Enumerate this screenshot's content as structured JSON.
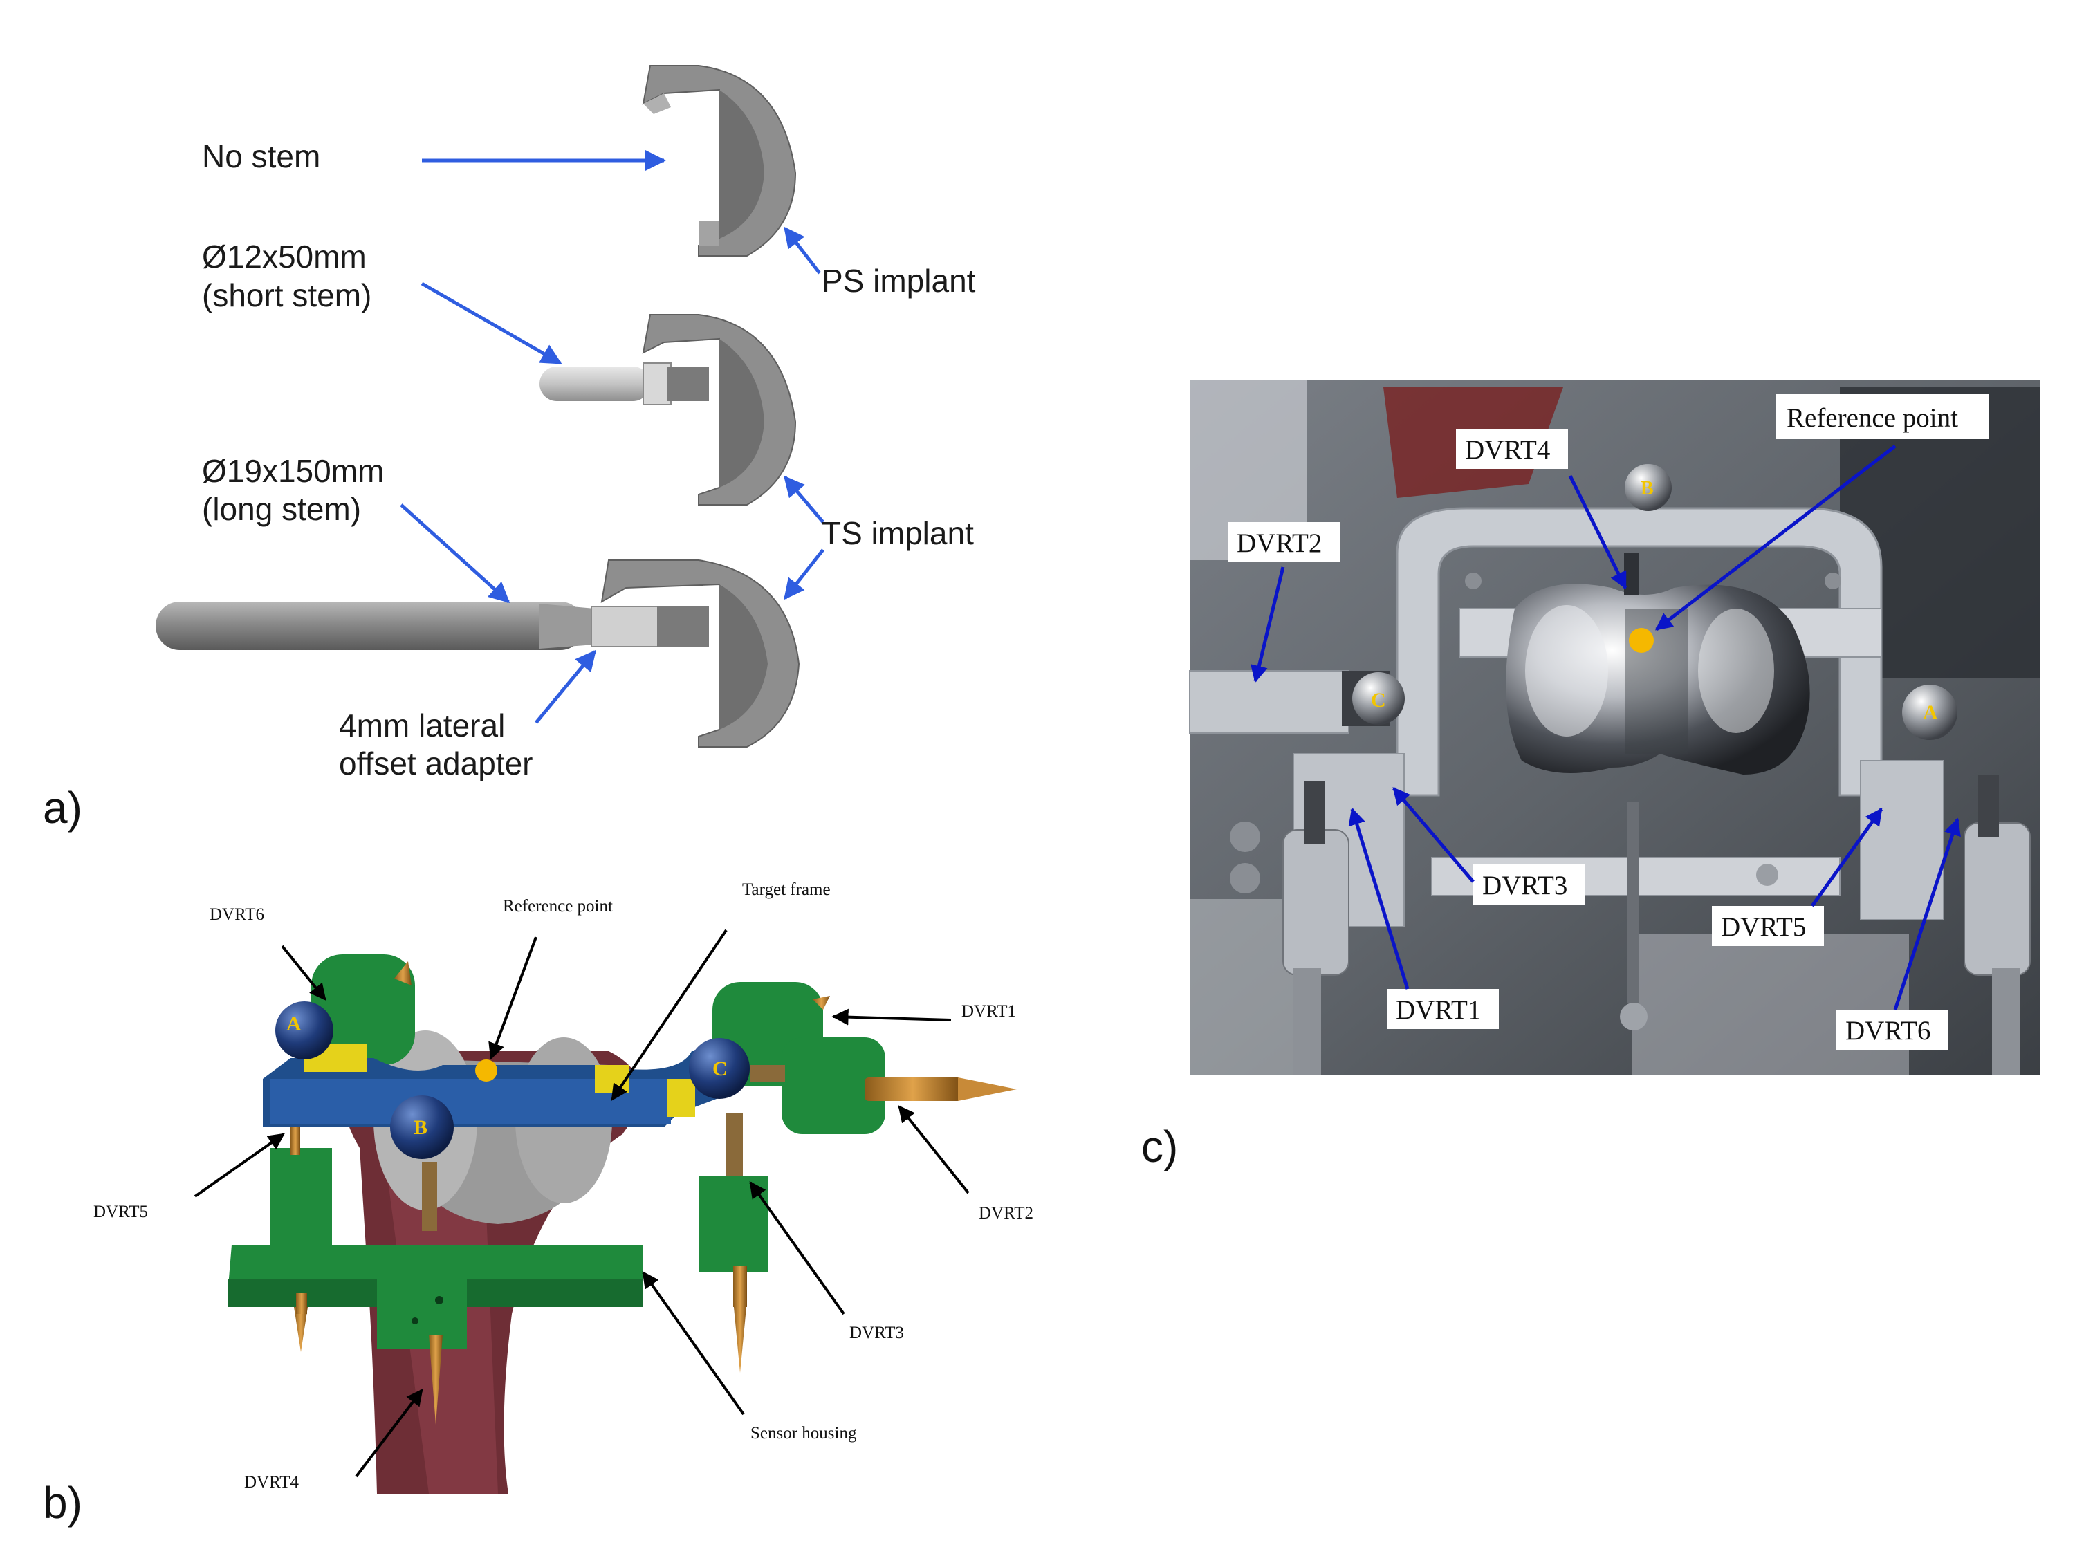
{
  "panel_labels": {
    "a": "a)",
    "b": "b)",
    "c": "c)"
  },
  "panel_a": {
    "no_stem": "No stem",
    "short_stem_line1": "Ø12x50mm",
    "short_stem_line2": "(short stem)",
    "long_stem_line1": "Ø19x150mm",
    "long_stem_line2": "(long stem)",
    "ps_implant": "PS implant",
    "ts_implant": "TS implant",
    "adapter_line1": "4mm lateral",
    "adapter_line2": "offset adapter"
  },
  "panel_b": {
    "dvrt6": "DVRT6",
    "reference_point": "Reference point",
    "target_frame": "Target frame",
    "dvrt1": "DVRT1",
    "dvrt5": "DVRT5",
    "dvrt2": "DVRT2",
    "dvrt3": "DVRT3",
    "sensor_housing": "Sensor housing",
    "dvrt4": "DVRT4",
    "ball_a": "A",
    "ball_b": "B",
    "ball_c": "C"
  },
  "panel_c": {
    "dvrt4": "DVRT4",
    "reference_point": "Reference point",
    "dvrt2": "DVRT2",
    "dvrt3": "DVRT3",
    "dvrt5": "DVRT5",
    "dvrt1": "DVRT1",
    "dvrt6": "DVRT6",
    "ball_a": "A",
    "ball_b": "B",
    "ball_c": "C"
  },
  "colors": {
    "arrow_blue": "#2f5de0",
    "photo_arrow": "#0a14c8",
    "reference_dot": "#f5b800",
    "frame_blue": "#1f4e8c",
    "housing_green": "#1f8a3c",
    "bone": "#6e2e36",
    "implant_gray": "#8c8c8c"
  }
}
